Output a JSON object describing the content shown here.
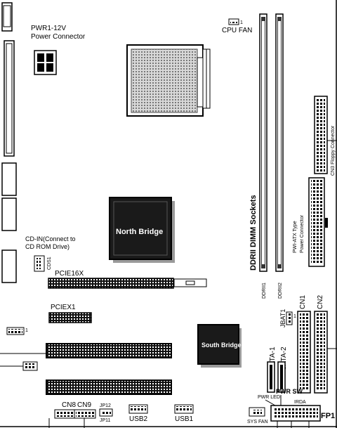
{
  "labels": {
    "pwr1_line1": "PWR1-12V",
    "pwr1_line2": "Power Connector",
    "cpu_fan": "CPU FAN",
    "cpu_fan_pin": "1",
    "dimm_sockets": "DDRII DIMM Sockets",
    "ddrii1": "DDRII1",
    "ddrii2": "DDRII2",
    "atx_line1": "PWI-ATX Type",
    "atx_line2": "Power Connector",
    "north_bridge": "North Bridge",
    "south_bridge": "South Bridge",
    "cd_in_line1": "CD-IN(Connect to",
    "cd_in_line2": "CD ROM Drive)",
    "cds1": "CDS1",
    "pcie16x": "PCIE16X",
    "pciex1": "PCIEX1",
    "jbat1": "JBAT1",
    "cn1": "CN1",
    "cn2": "CN2",
    "sata1": "SATA-1",
    "sata2": "SATA-2",
    "pwr_sw": "PWR SW",
    "pwr_led": "PWR LED",
    "irda": "IRDA",
    "fp1": "FP1",
    "sys_fan": "SYS FAN",
    "cn8": "CN8",
    "cn9": "CN9",
    "jp12": "JP12",
    "jp11": "JP11",
    "usb2": "USB2",
    "usb1": "USB1",
    "fdd_side": "CN3 Floppy Connector",
    "pin_one": "1"
  },
  "colors": {
    "line": "#000000",
    "chip": "#1a1a1a",
    "chip_shadow": "#9a9a9a",
    "socket": "#8c8c8c",
    "slot_fill": "#111111"
  }
}
